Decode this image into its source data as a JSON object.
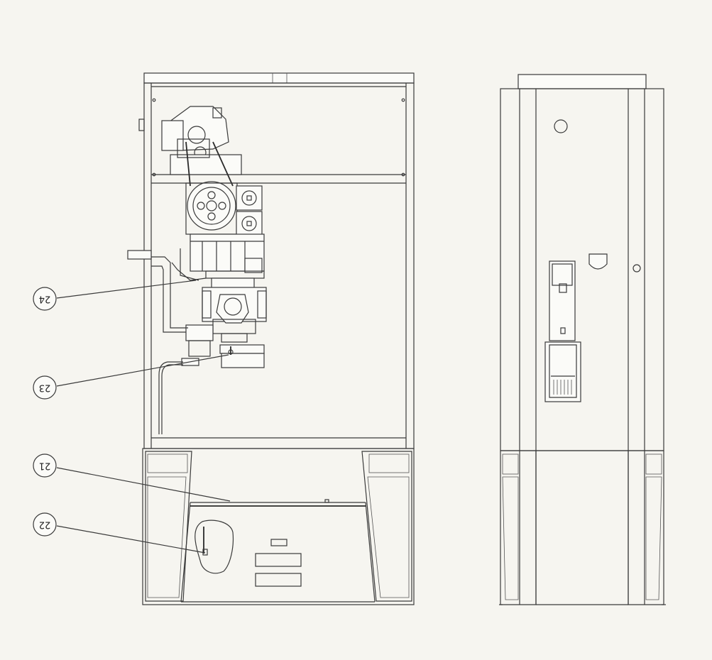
{
  "callouts": [
    {
      "id": "24",
      "label": "24"
    },
    {
      "id": "23",
      "label": "23"
    },
    {
      "id": "21",
      "label": "21"
    },
    {
      "id": "22",
      "label": "22"
    }
  ],
  "label_rotation_deg": 180
}
